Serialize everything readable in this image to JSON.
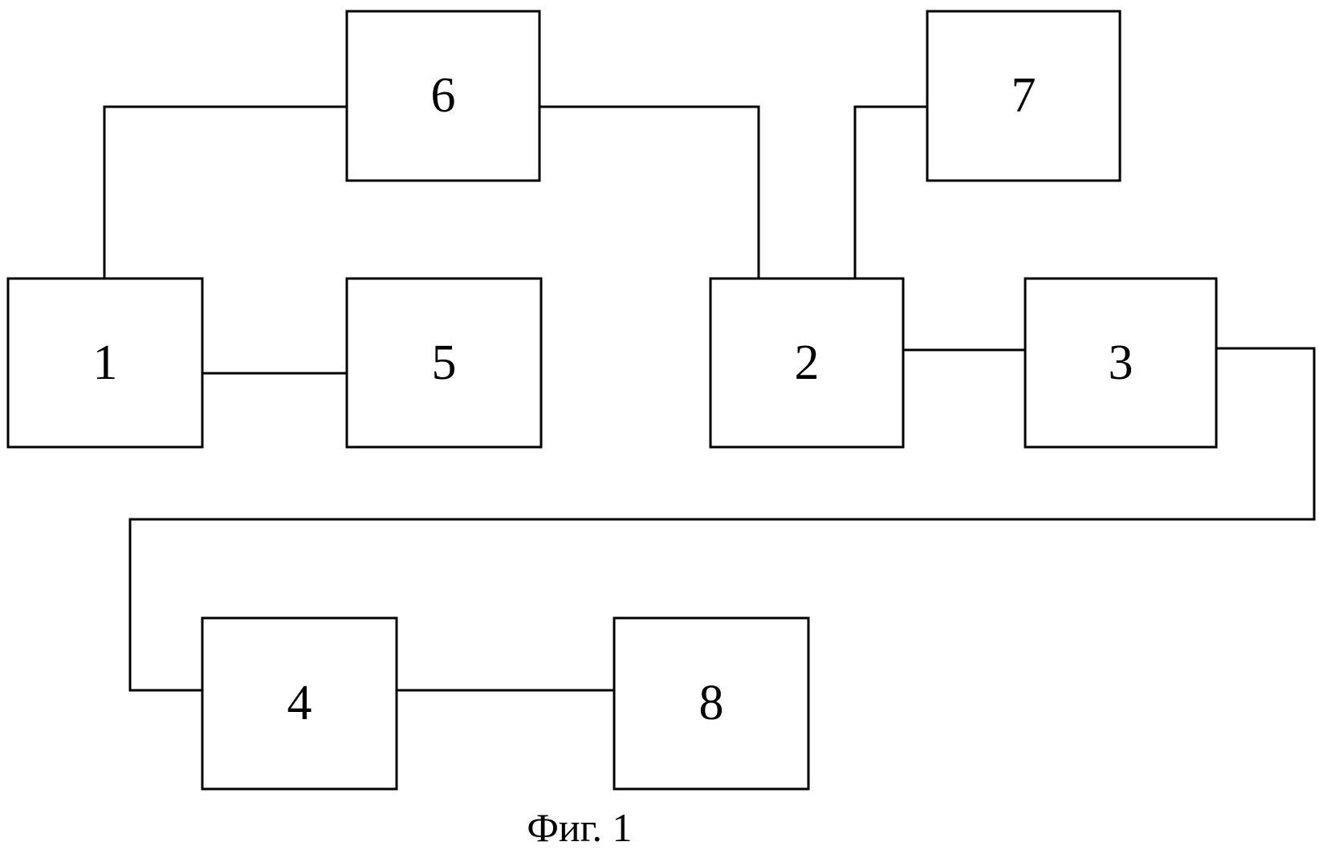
{
  "diagram": {
    "caption": "Фиг. 1",
    "blocks": [
      {
        "id": "1",
        "label": "1"
      },
      {
        "id": "2",
        "label": "2"
      },
      {
        "id": "3",
        "label": "3"
      },
      {
        "id": "4",
        "label": "4"
      },
      {
        "id": "5",
        "label": "5"
      },
      {
        "id": "6",
        "label": "6"
      },
      {
        "id": "7",
        "label": "7"
      },
      {
        "id": "8",
        "label": "8"
      }
    ],
    "connections": [
      {
        "from": "1",
        "to": "6"
      },
      {
        "from": "6",
        "to": "2"
      },
      {
        "from": "2",
        "to": "7"
      },
      {
        "from": "1",
        "to": "5"
      },
      {
        "from": "2",
        "to": "3"
      },
      {
        "from": "3",
        "to": "4"
      },
      {
        "from": "4",
        "to": "8"
      }
    ]
  }
}
